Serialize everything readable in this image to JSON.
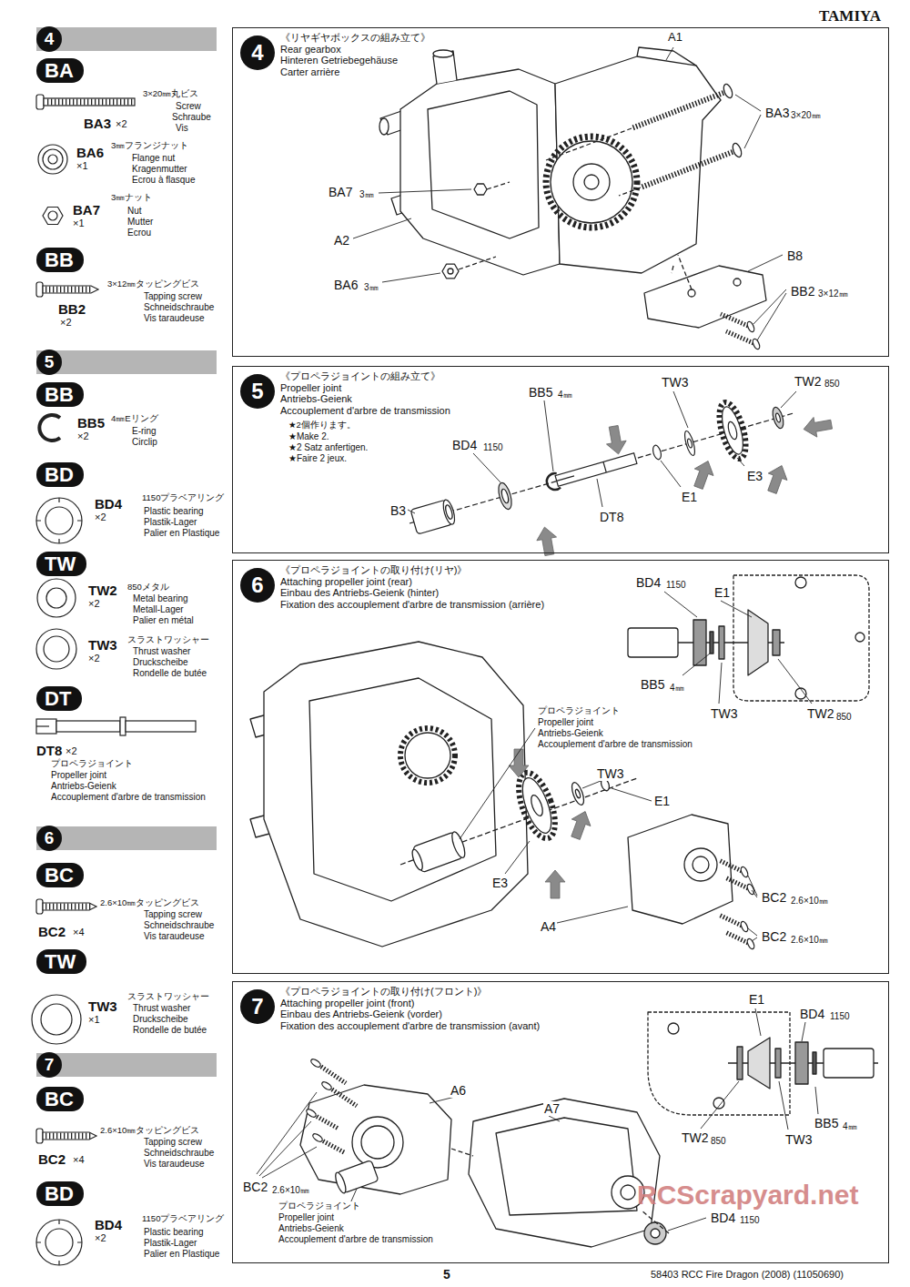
{
  "diagram": {
    "nodes": [
      {
        "text": [
          "4"
        ]
      },
      {
        "text": [
          "BA"
        ]
      },
      {
        "text": [
          "BB"
        ]
      },
      {
        "text": [
          "5"
        ]
      },
      {
        "text": [
          "BB"
        ]
      },
      {
        "text": [
          "BD"
        ]
      },
      {
        "text": [
          "TW"
        ]
      },
      {
        "text": [
          "DT"
        ]
      },
      {
        "text": [
          "6"
        ]
      },
      {
        "text": [
          "BC"
        ]
      },
      {
        "text": [
          "TW"
        ]
      },
      {
        "text": [
          "7"
        ]
      },
      {
        "text": [
          "BC"
        ]
      },
      {
        "text": [
          "BD"
        ]
      },
      {
        "text": [
          "《リヤギヤボックスの組み立て》",
          "Rear gearbox",
          "Hinteren Getriebegehäuse",
          "Carter arrière"
        ]
      },
      {
        "text": [
          "4"
        ],
        "in": 14
      },
      {
        "text": [
          "《プロペラジョイントの組み立て》",
          "Propeller joint",
          "Antriebs-Geienk",
          "Accouplement d'arbre de transmission"
        ]
      },
      {
        "text": [
          "5"
        ],
        "in": 16
      },
      {
        "text": [
          "《プロペラジョイントの取り付け(リヤ)》",
          "Attaching propeller joint (rear)",
          "Einbau des Antriebs-Geienk (hinter)",
          "Fixation des accouplement d'arbre de transmission (arrière)"
        ]
      },
      {
        "text": [
          "6"
        ],
        "in": 18
      },
      {
        "text": [
          "《プロペラジョイントの取り付け(フロント)》",
          "Attaching propeller joint (front)",
          "Einbau des Antriebs-Geienk (vorder)",
          "Fixation des accouplement d'arbre de transmission (avant)"
        ]
      },
      {
        "text": [
          "7"
        ],
        "in": 20
      }
    ],
    "labels": [
      "TAMIYA",
      "3×20㎜丸ビス",
      "Screw",
      "Schraube",
      "Vis",
      "BA3",
      "×2",
      "BA6",
      "×1",
      "3㎜フランジナット",
      "Flange nut",
      "Kragenmutter",
      "Ecrou à flasque",
      "BA7",
      "×1",
      "3㎜ナット",
      "Nut",
      "Mutter",
      "Ecrou",
      "3×12㎜タッピングビス",
      "Tapping screw",
      "Schneidschraube",
      "Vis taraudeuse",
      "BB2",
      "×2",
      "BB5",
      "×2",
      "4㎜Eリング",
      "E-ring",
      "Circlip",
      "BD4",
      "×2",
      "1150プラベアリング",
      "Plastic bearing",
      "Plastik-Lager",
      "Palier en Plastique",
      "TW2",
      "×2",
      "850メタル",
      "Metal bearing",
      "Metall-Lager",
      "Palier en métal",
      "TW3",
      "×2",
      "スラストワッシャー",
      "Thrust washer",
      "Druckscheibe",
      "Rondelle de butée",
      "DT8",
      "×2",
      "プロペラジョイント",
      "Propeller joint",
      "Antriebs-Geienk",
      "Accouplement d'arbre de transmission",
      "2.6×10㎜タッピングビス",
      "Tapping screw",
      "Schneidschraube",
      "Vis taraudeuse",
      "BC2",
      "×4",
      "TW3",
      "×1",
      "スラストワッシャー",
      "Thrust washer",
      "Druckscheibe",
      "Rondelle de butée",
      "2.6×10㎜タッピングビス",
      "Tapping screw",
      "Schneidschraube",
      "Vis taraudeuse",
      "BC2",
      "×4",
      "BD4",
      "×2",
      "1150プラベアリング",
      "Plastic bearing",
      "Plastik-Lager",
      "Palier en Plastique",
      "A1",
      "BA3",
      "3×20㎜",
      "BA7",
      "3㎜",
      "A2",
      "B8",
      "BA6",
      "3㎜",
      "BB2",
      "3×12㎜",
      "★2個作ります。",
      "★Make 2.",
      "★2 Satz anfertigen.",
      "★Faire 2 jeux.",
      "BB5",
      "4㎜",
      "TW3",
      "TW2",
      "850",
      "BD4",
      "1150",
      "E1",
      "E3",
      "B3",
      "DT8",
      "BD4",
      "1150",
      "E1",
      "BB5",
      "4㎜",
      "TW3",
      "TW2",
      "850",
      "プロペラジョイント",
      "Propeller joint",
      "Antriebs-Geienk",
      "Accouplement d'arbre de transmission",
      "TW3",
      "E1",
      "E3",
      "A4",
      "BC2",
      "2.6×10㎜",
      "BC2",
      "2.6×10㎜",
      "A6",
      "A7",
      "BC2",
      "2.6×10㎜",
      "E1",
      "BD4",
      "1150",
      "BB5",
      "4㎜",
      "TW2",
      "850",
      "TW3",
      "プロペラジョイント",
      "Propeller joint",
      "Antriebs-Geienk",
      "Accouplement d'arbre de transmission",
      "BD4",
      "1150",
      "5",
      "58403 RCC Fire Dragon (2008) (11050690)",
      "RCScrapyard.net"
    ]
  }
}
